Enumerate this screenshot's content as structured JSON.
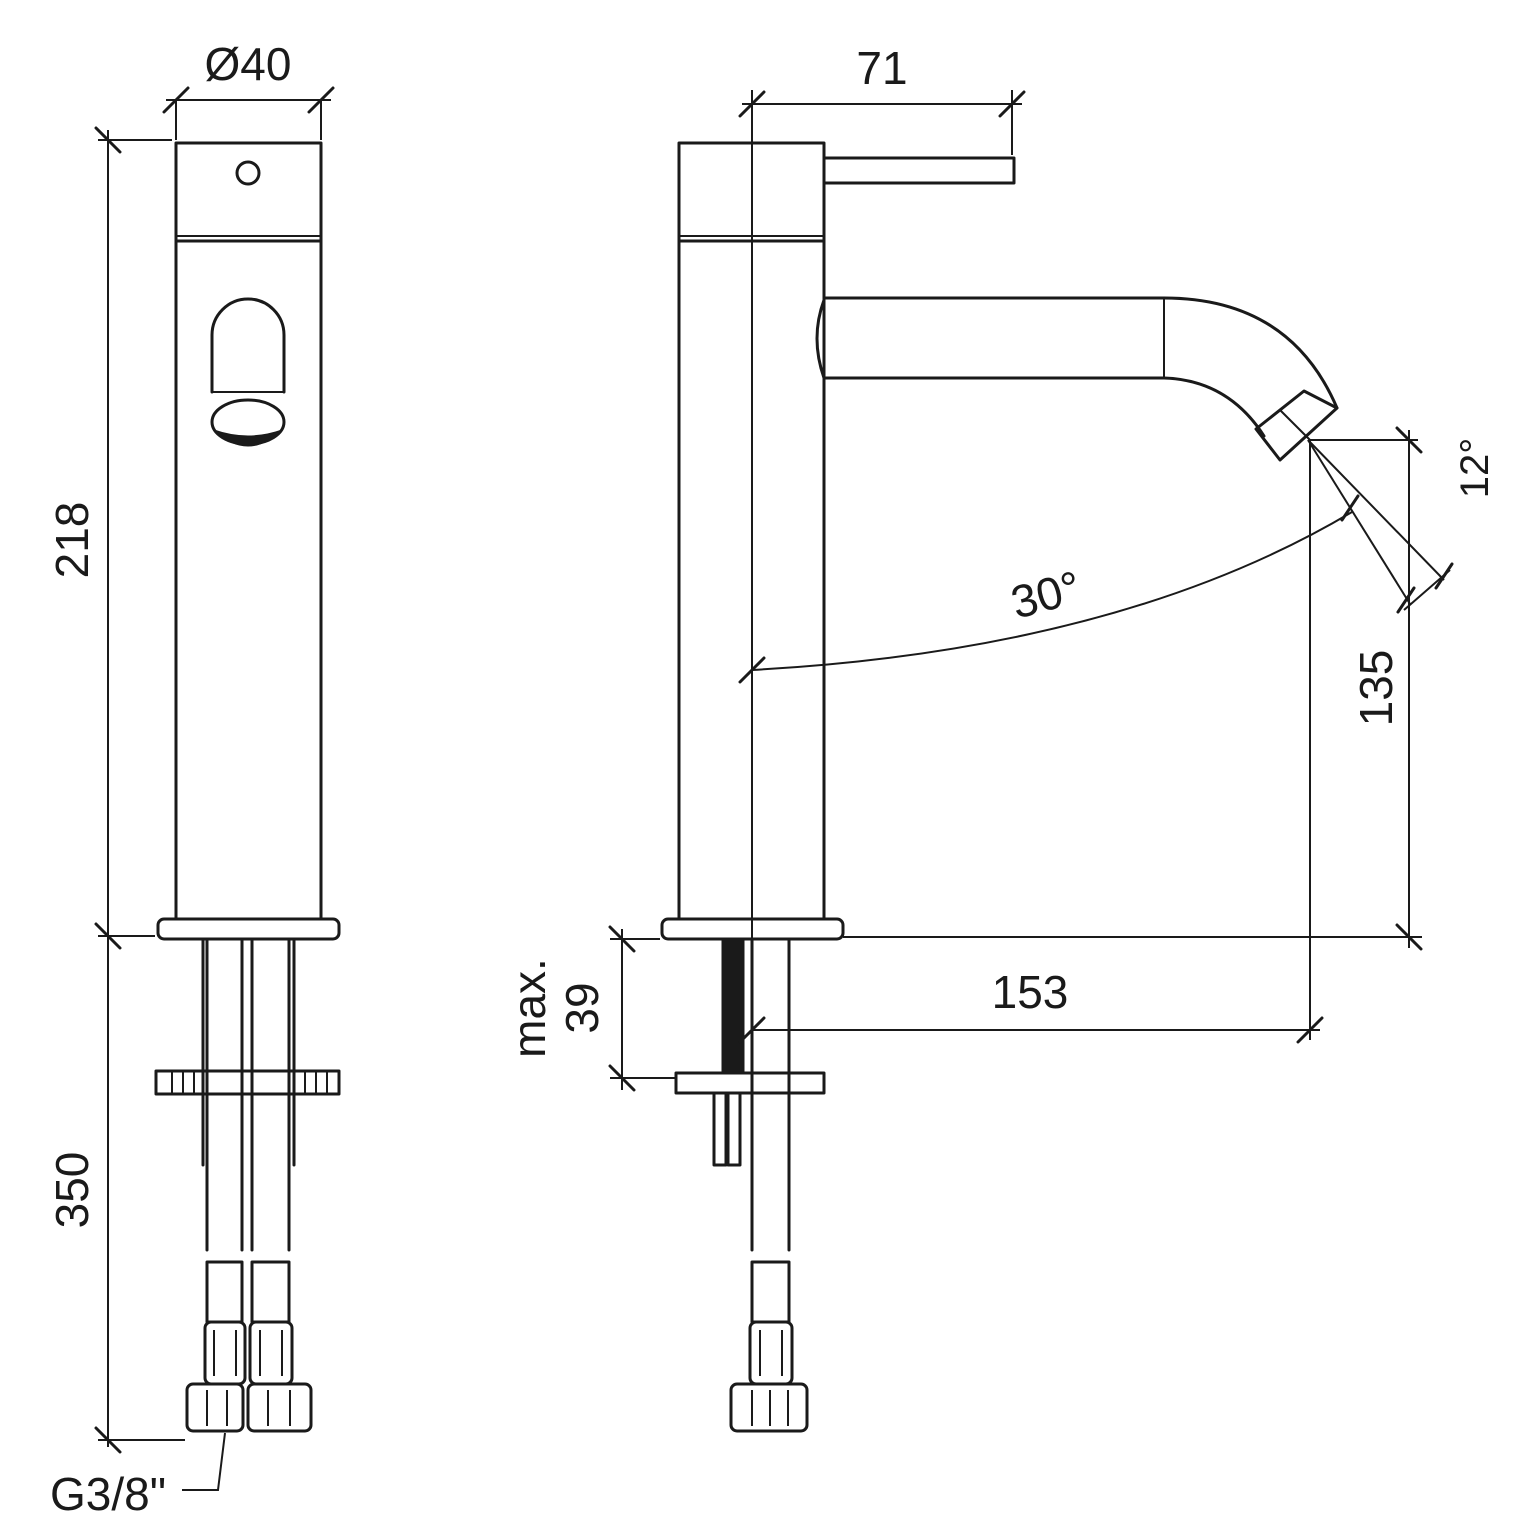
{
  "dimensions": {
    "diameter": "Ø40",
    "lever_reach": "71",
    "body_height": "218",
    "hose_length": "350",
    "spout_angle": "30°",
    "aerator_angle": "12°",
    "spout_height": "135",
    "spout_reach": "153",
    "deck_thickness_prefix": "max.",
    "deck_thickness": "39",
    "connection_thread": "G3/8\""
  },
  "colors": {
    "line": "#1a1a1a",
    "background": "#ffffff"
  }
}
